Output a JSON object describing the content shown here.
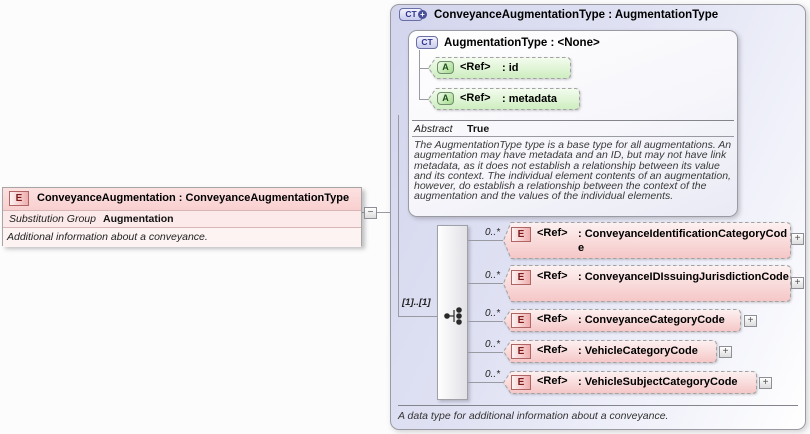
{
  "icons": {
    "element": "E",
    "attribute": "A",
    "complex_type": "CT",
    "plus_badge": "+",
    "collapse": "−",
    "expand": "+"
  },
  "element_node": {
    "title": "ConveyanceAugmentation : ConveyanceAugmentationType",
    "substitution_group_label": "Substitution Group",
    "substitution_group_value": "Augmentation",
    "documentation": "Additional information about a conveyance."
  },
  "type_panel": {
    "title": "ConveyanceAugmentationType : AugmentationType",
    "cardinality": "[1]..[1]",
    "documentation": "A data type for additional information about a conveyance.",
    "base_type": {
      "title": "AugmentationType : <None>",
      "attributes": [
        {
          "ref_label": "<Ref>",
          "name": ": id"
        },
        {
          "ref_label": "<Ref>",
          "name": ": metadata"
        }
      ],
      "abstract_label": "Abstract",
      "abstract_value": "True",
      "documentation": "The AugmentationType type is a base type for all augmentations. An augmentation may have metadata and an ID, but may not have link metadata, as it does not establish a relationship between its value and its context. The individual element contents of an augmentation, however, do establish a relationship between the context of the augmentation and the values of the individual elements."
    },
    "elements": [
      {
        "occurs": "0..*",
        "ref_label": "<Ref>",
        "name": ": ConveyanceIdentificationCategoryCode"
      },
      {
        "occurs": "0..*",
        "ref_label": "<Ref>",
        "name": ": ConveyanceIDIssuingJurisdictionCode"
      },
      {
        "occurs": "0..*",
        "ref_label": "<Ref>",
        "name": ": ConveyanceCategoryCode"
      },
      {
        "occurs": "0..*",
        "ref_label": "<Ref>",
        "name": ": VehicleCategoryCode"
      },
      {
        "occurs": "0..*",
        "ref_label": "<Ref>",
        "name": ": VehicleSubjectCategoryCode"
      }
    ]
  }
}
